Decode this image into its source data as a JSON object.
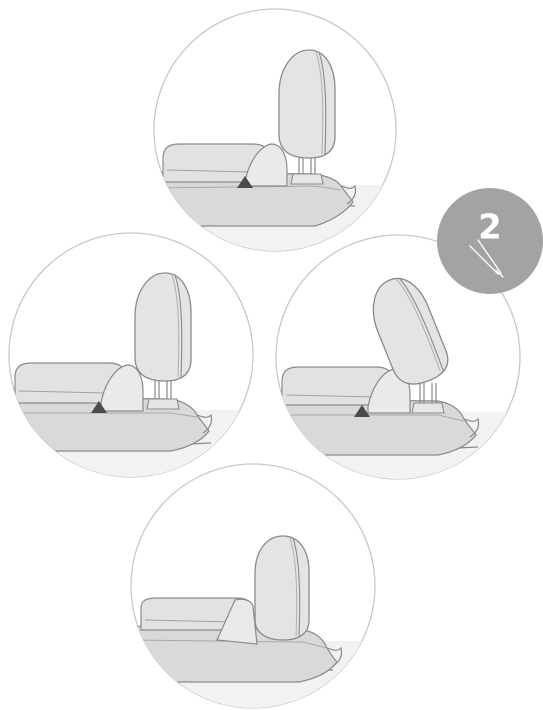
{
  "step_badge": {
    "number": "2",
    "fill_color": "#a3a3a3",
    "text_color": "#ffffff",
    "icon": "hand-pointer-lines-icon"
  },
  "colors": {
    "outline": "#8a8a8a",
    "circle_stroke": "#c8c8c8",
    "panel_fill": "#ececec",
    "seat_fill": "#e2e2e2",
    "floor_fill": "#d6d6d6",
    "shadow": "#4a4a4a"
  },
  "steps": [
    {
      "id": "seat-view-top",
      "headrest_position": "upright"
    },
    {
      "id": "seat-view-left",
      "headrest_position": "upright"
    },
    {
      "id": "seat-view-right",
      "headrest_position": "tilted-forward"
    },
    {
      "id": "seat-view-bottom",
      "headrest_position": "folded-down"
    }
  ]
}
